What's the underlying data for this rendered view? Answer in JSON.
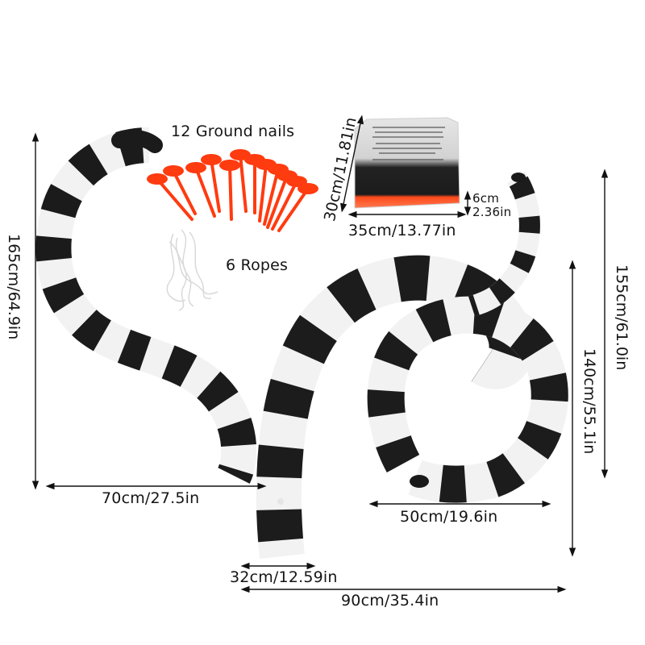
{
  "product": {
    "description": "Inflatable black-and-white striped sandworm decoration with accessories",
    "stripe_colors": {
      "dark": "#1a1a1a",
      "light": "#f4f4f4"
    },
    "stake_color": "#ff3b10",
    "rope_color": "#eeeeee"
  },
  "accessories": {
    "ground_nails_label": "12 Ground nails",
    "ropes_label": "6 Ropes"
  },
  "package": {
    "height_label": "30cm/11.81in",
    "width_label": "35cm/13.77in",
    "depth_cm": "6cm",
    "depth_in": "2.36in"
  },
  "dimensions": {
    "left_height": "165cm/64.9in",
    "left_width": "70cm/27.5in",
    "right_outer_height": "155cm/61.0in",
    "right_inner_height": "140cm/55.1in",
    "coil_width": "50cm/19.6in",
    "base_width": "32cm/12.59in",
    "total_width": "90cm/35.4in"
  }
}
